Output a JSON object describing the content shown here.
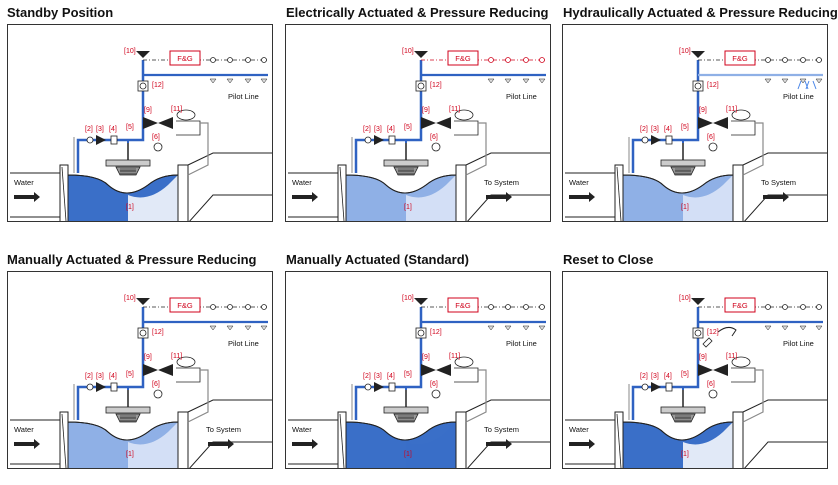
{
  "labels": {
    "fg": "F&G",
    "pilot_line": "Pilot Line",
    "water": "Water",
    "to_system": "To System",
    "tags": {
      "t1": "[1]",
      "t2": "[2]",
      "t3": "[3]",
      "t4": "[4]",
      "t5": "[5]",
      "t6": "[6]",
      "t9": "[9]",
      "t10": "[10]",
      "t11": "[11]",
      "t12": "[12]"
    }
  },
  "panels": [
    {
      "id": "standby",
      "title": "Standby Position",
      "fill": "#3a6fc8",
      "outlet_fill": "#ffffff",
      "show_to_system": false,
      "red_alarm": false,
      "hydraulic": false,
      "manual": false,
      "reset": false
    },
    {
      "id": "electric",
      "title": "Electrically Actuated & Pressure Reducing",
      "fill": "#8fb0e6",
      "outlet_fill": "#dfe8f8",
      "show_to_system": true,
      "red_alarm": true,
      "hydraulic": false,
      "manual": false,
      "reset": false
    },
    {
      "id": "hydraulic",
      "title": "Hydraulically Actuated & Pressure Reducing",
      "fill": "#8fb0e6",
      "outlet_fill": "#dfe8f8",
      "show_to_system": true,
      "red_alarm": false,
      "hydraulic": true,
      "manual": false,
      "reset": false
    },
    {
      "id": "manual-pr",
      "title": "Manually Actuated & Pressure Reducing",
      "fill": "#8fb0e6",
      "outlet_fill": "#dfe8f8",
      "show_to_system": true,
      "red_alarm": false,
      "hydraulic": false,
      "manual": false,
      "reset": false
    },
    {
      "id": "manual-std",
      "title": "Manually Actuated (Standard)",
      "fill": "#3a6fc8",
      "outlet_fill": "#3a6fc8",
      "show_to_system": true,
      "red_alarm": false,
      "hydraulic": false,
      "manual": false,
      "reset": false
    },
    {
      "id": "reset",
      "title": "Reset to Close",
      "fill": "#3a6fc8",
      "outlet_fill": "#ffffff",
      "show_to_system": false,
      "red_alarm": false,
      "hydraulic": false,
      "manual": true,
      "reset": true
    }
  ]
}
